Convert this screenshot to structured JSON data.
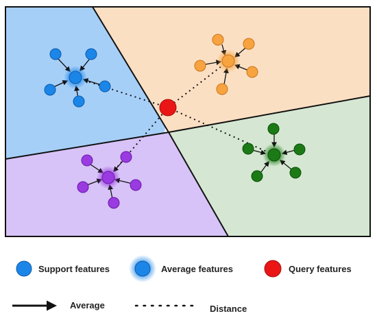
{
  "colors": {
    "blue_region": "#a6cff8",
    "orange_region": "#fbdfc3",
    "green_region": "#d5e7d2",
    "purple_region": "#d7c3f7",
    "blue_point": "#1c86e8",
    "orange_point": "#f7a440",
    "green_point": "#1b7a16",
    "purple_point": "#9a3ae1",
    "query_point": "#ea1616",
    "border": "#111111"
  },
  "legend": {
    "support": "Support features",
    "average_features": "Average features",
    "query": "Query features",
    "average_arrow": "Average",
    "distance": "Distance"
  },
  "icons": {
    "support": "circle-icon",
    "average": "glow-circle-icon",
    "query": "red-circle-icon",
    "arrow": "arrow-icon",
    "dots": "dotted-line-icon"
  }
}
